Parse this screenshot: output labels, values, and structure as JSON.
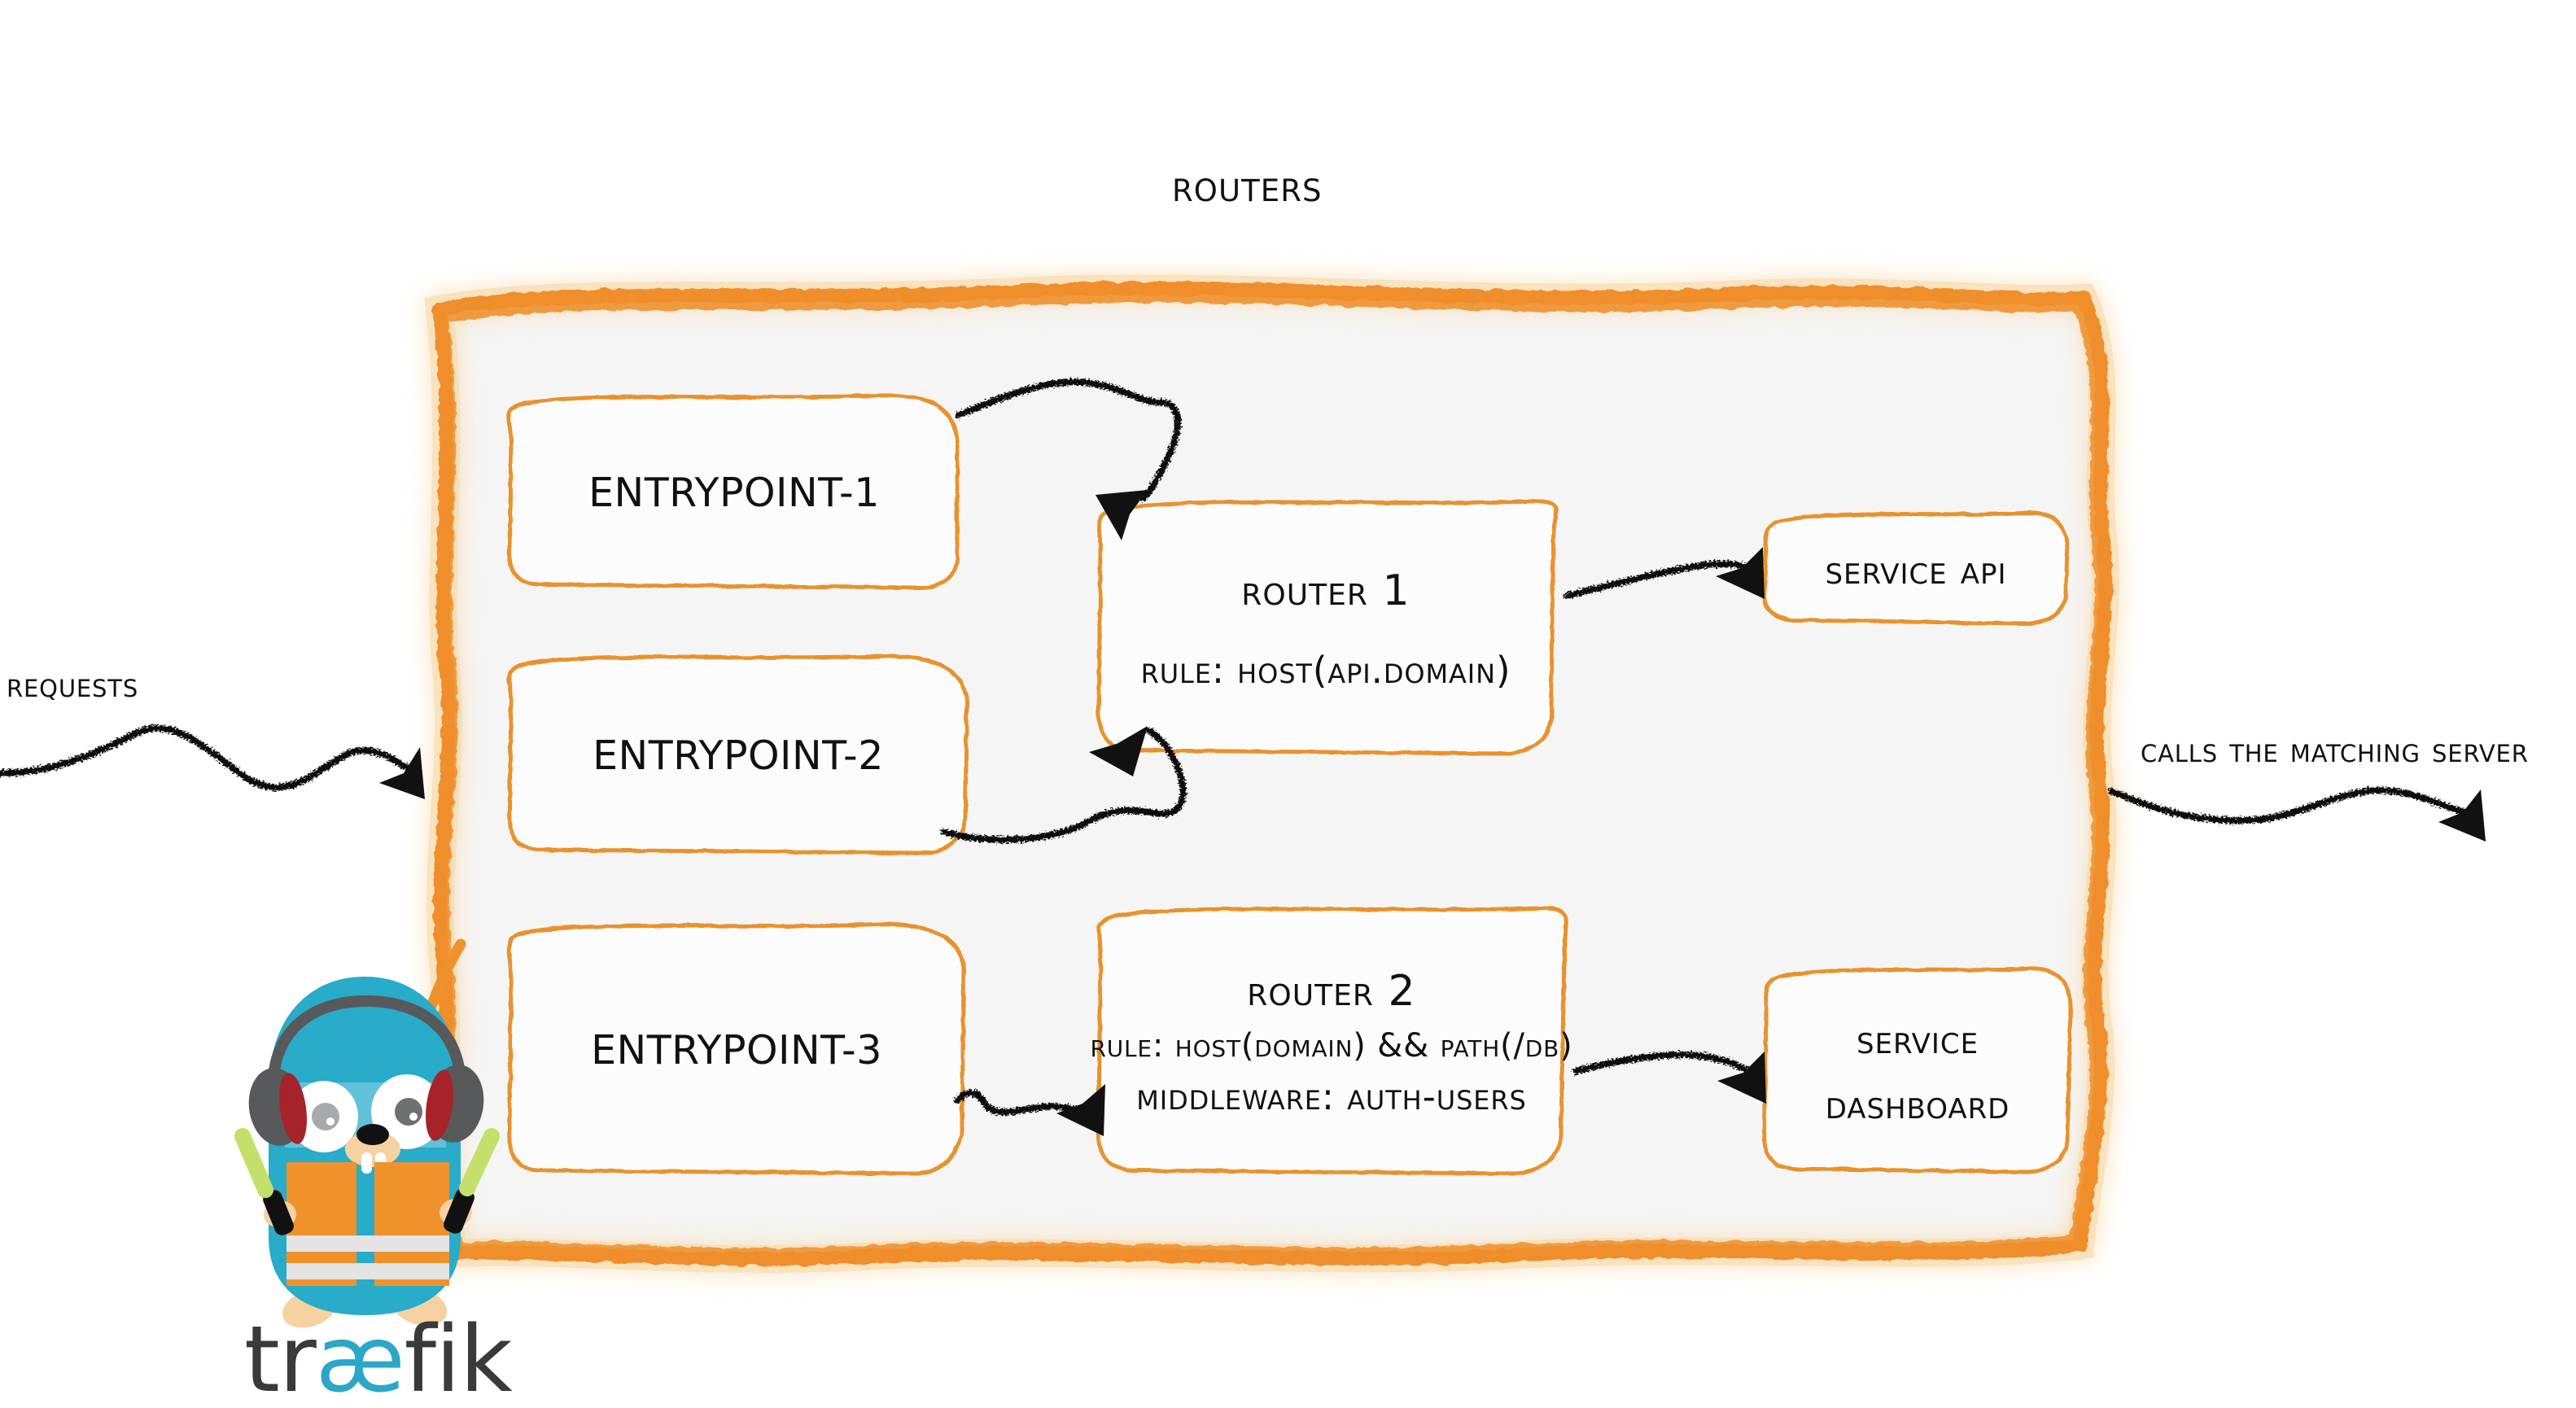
{
  "diagram": {
    "title": "Routers",
    "container_label": "routers-container",
    "colors": {
      "accent_orange": "#EF8E2A",
      "panel_fill": "#F5F5F5",
      "box_stroke": "#E8922E",
      "ink": "#111111",
      "gopher_body": "#29ABCA",
      "gopher_vest": "#F0922B",
      "gopher_vest_band": "#E4E4E4",
      "gopher_skin": "#F6D2A2",
      "gopher_headphone_dark": "#58595B",
      "gopher_headphone_red": "#A52329",
      "wand_green": "#C4E06A",
      "logo_teal": "#2BA7C8",
      "logo_gray": "#3A3A3A"
    }
  },
  "entrypoints": [
    {
      "id": "entrypoint-1",
      "label": "entrypoint-1"
    },
    {
      "id": "entrypoint-2",
      "label": "entrypoint-2"
    },
    {
      "id": "entrypoint-3",
      "label": "entrypoint-3"
    }
  ],
  "routers": [
    {
      "id": "router-1",
      "title": "Router 1",
      "lines": [
        {
          "text": "rule: Host(api.domain)",
          "size": "normal"
        }
      ]
    },
    {
      "id": "router-2",
      "title": "Router 2",
      "lines": [
        {
          "text": "rule: Host(domain) && Path(/db)",
          "size": "small"
        },
        {
          "text": "Middleware: auth-users",
          "size": "normal"
        }
      ]
    }
  ],
  "services": [
    {
      "id": "service-api",
      "lines": [
        "Service API"
      ]
    },
    {
      "id": "service-dashboard",
      "lines": [
        "Service",
        "Dashboard"
      ]
    }
  ],
  "side_labels": {
    "left": "Requests",
    "right": "Calls the matching server"
  },
  "brand": {
    "logo_part1": "tr",
    "logo_part2": "æ",
    "logo_part3": "fik",
    "mascot": "traefik-gopher-mascot"
  }
}
